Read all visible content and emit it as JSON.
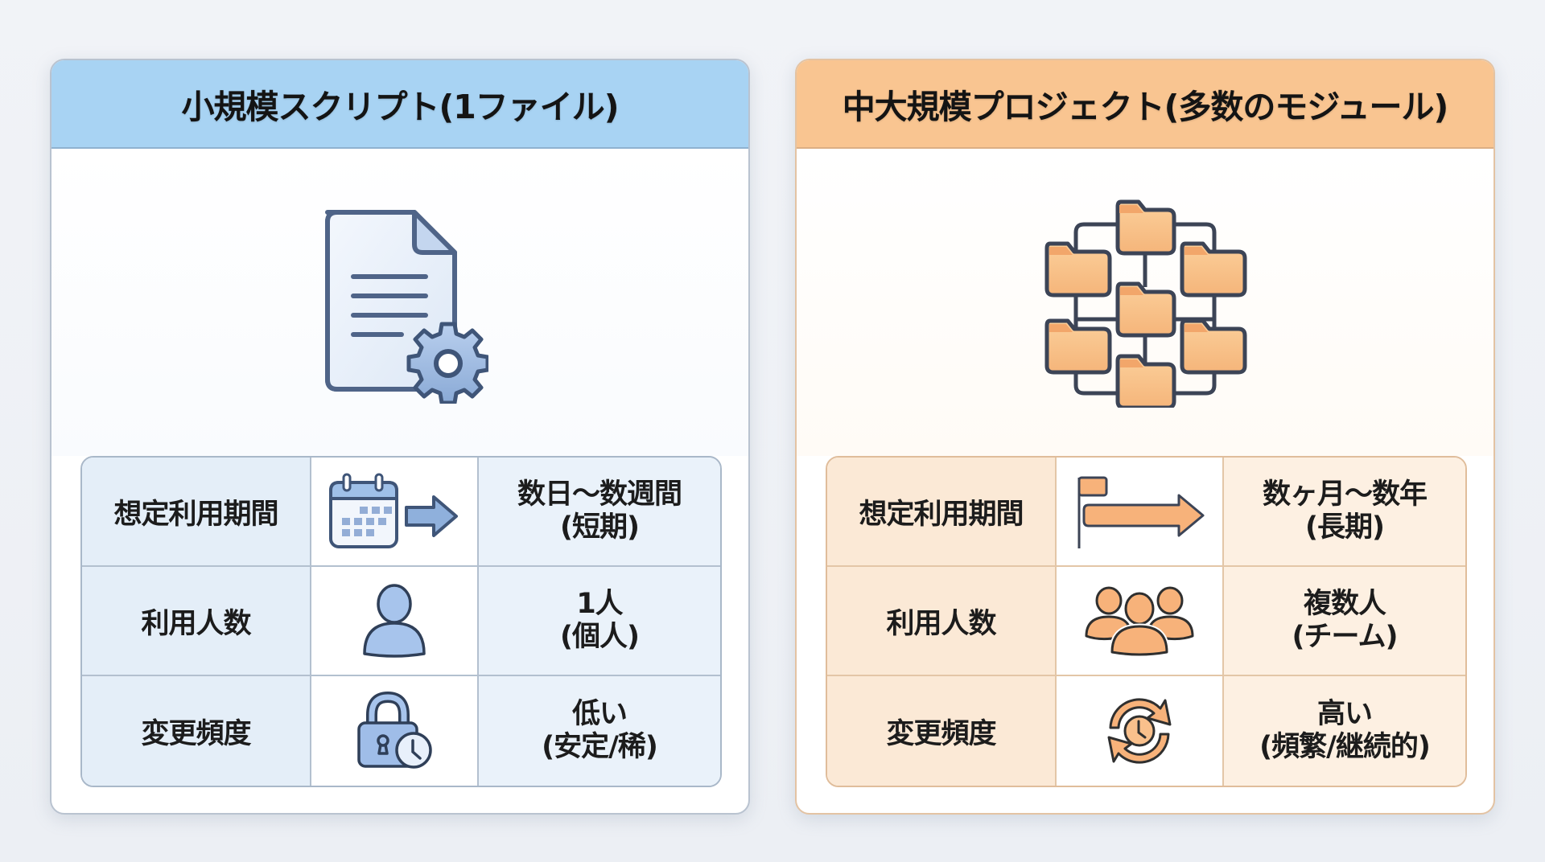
{
  "colors": {
    "left_accent": "#a8d3f3",
    "left_icon_fill": "#9fc0e8",
    "left_stroke": "#3f5578",
    "right_accent": "#f9c591",
    "right_icon_fill": "#f7b27a",
    "right_stroke": "#3c4456"
  },
  "cards": [
    {
      "id": "small-script",
      "title": "小規模スクリプト(1ファイル)",
      "hero_icon": "document-gear-icon",
      "rows": [
        {
          "label": "想定利用期間",
          "icon": "calendar-arrow-icon",
          "value_line1": "数日〜数週間",
          "value_line2": "(短期)"
        },
        {
          "label": "利用人数",
          "icon": "single-user-icon",
          "value_line1": "1人",
          "value_line2": "(個人)"
        },
        {
          "label": "変更頻度",
          "icon": "lock-clock-icon",
          "value_line1": "低い",
          "value_line2": "(安定/稀)"
        }
      ]
    },
    {
      "id": "large-project",
      "title": "中大規模プロジェクト(多数のモジュール)",
      "hero_icon": "folder-network-icon",
      "rows": [
        {
          "label": "想定利用期間",
          "icon": "flag-long-arrow-icon",
          "value_line1": "数ヶ月〜数年",
          "value_line2": "(長期)"
        },
        {
          "label": "利用人数",
          "icon": "team-users-icon",
          "value_line1": "複数人",
          "value_line2": "(チーム)"
        },
        {
          "label": "変更頻度",
          "icon": "cycle-clock-icon",
          "value_line1": "高い",
          "value_line2": "(頻繁/継続的)"
        }
      ]
    }
  ]
}
